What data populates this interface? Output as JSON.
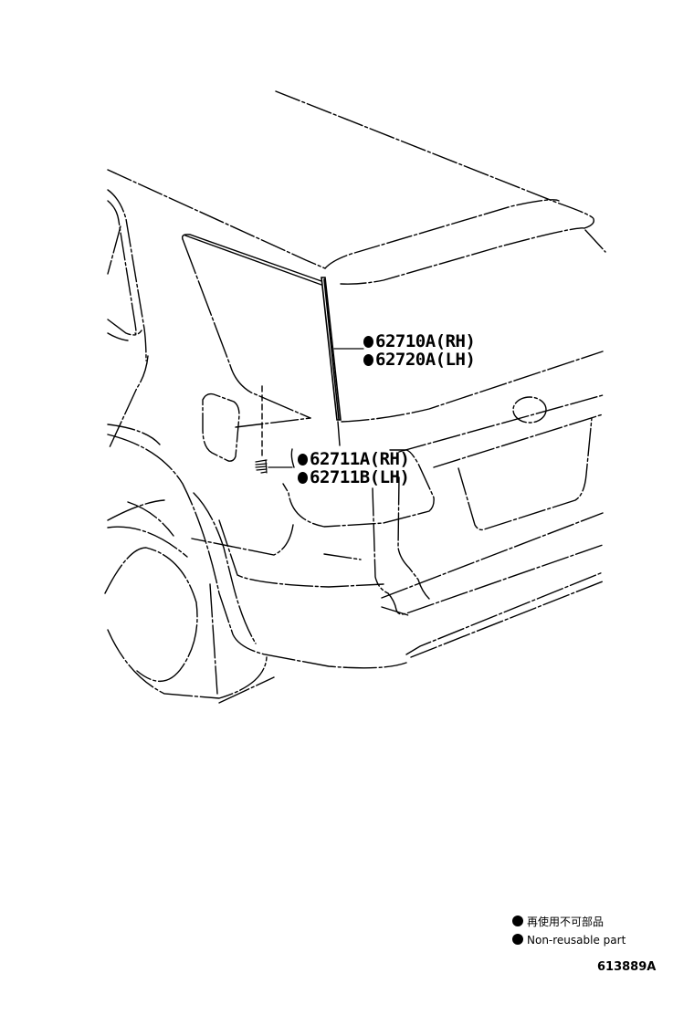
{
  "diagram": {
    "type": "parts-illustration",
    "subject": "Rear quarter window moulding / weatherstrip (vehicle rear view)",
    "line_color": "#000000",
    "background": "#ffffff"
  },
  "callouts": [
    {
      "id": "c1",
      "parts": [
        {
          "marker": "non-reusable",
          "number": "62710A",
          "side": "(RH)"
        },
        {
          "marker": "non-reusable",
          "number": "62720A",
          "side": "(LH)"
        }
      ]
    },
    {
      "id": "c2",
      "parts": [
        {
          "marker": "non-reusable",
          "number": "62711A",
          "side": "(RH)"
        },
        {
          "marker": "non-reusable",
          "number": "62711B",
          "side": "(LH)"
        }
      ]
    }
  ],
  "legend": {
    "items": [
      {
        "symbol": "filled-circle",
        "text": "再使用不可部品"
      },
      {
        "symbol": "filled-circle",
        "text": "Non-reusable part"
      }
    ]
  },
  "figure_id": "613889A"
}
